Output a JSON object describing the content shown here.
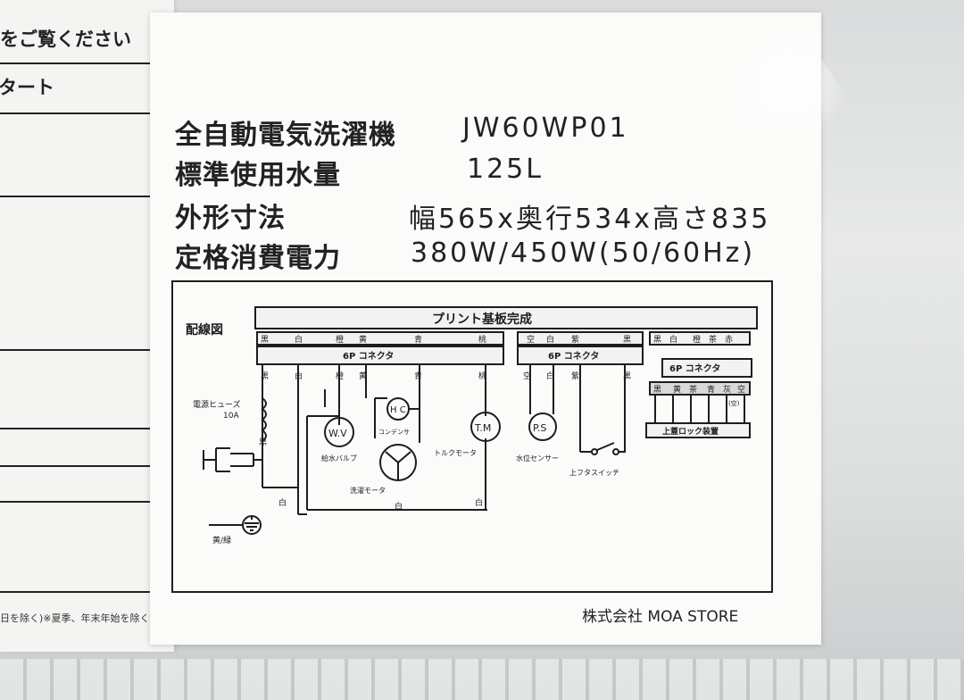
{
  "left_label": {
    "heading": "をご覧ください",
    "row_text": "タート",
    "footnote": "日を除く)※夏季、年末年始を除く"
  },
  "spec": {
    "rows": [
      {
        "name": "全自動電気洗濯機",
        "value": "JW60WP01"
      },
      {
        "name": "標準使用水量",
        "value": "125L"
      },
      {
        "name": "外形寸法",
        "value": "幅565x奥行534x高さ835"
      },
      {
        "name": "定格消費電力",
        "value": "380W/450W(50/60Hz)"
      }
    ]
  },
  "wiring": {
    "title": "配線図",
    "board": "プリント基板完成",
    "connector_label": "6P コネクタ",
    "fuse": "電源ヒューズ",
    "fuse_rating": "10A",
    "components": {
      "wv": "W.V",
      "wv_caption": "給水バルブ",
      "hc": "H C",
      "hc_caption": "コンデンサ",
      "tm": "T.M",
      "tm_caption": "トルクモータ",
      "ps": "P.S",
      "ps_caption": "水位センサー",
      "switch_caption": "上フタスイッチ",
      "motor_caption": "洗濯モータ",
      "lock_caption": "上蓋ロック装置",
      "ground_caption": "黄/緑"
    },
    "wire_colors": {
      "black": "黒",
      "white": "白",
      "orange": "橙",
      "yellow": "黄",
      "blue": "青",
      "peach": "桃",
      "empty": "空",
      "purple": "紫",
      "brown": "茶",
      "red": "赤",
      "gray": "灰",
      "empty_paren": "(空)"
    }
  },
  "maker": "株式会社 MOA STORE"
}
